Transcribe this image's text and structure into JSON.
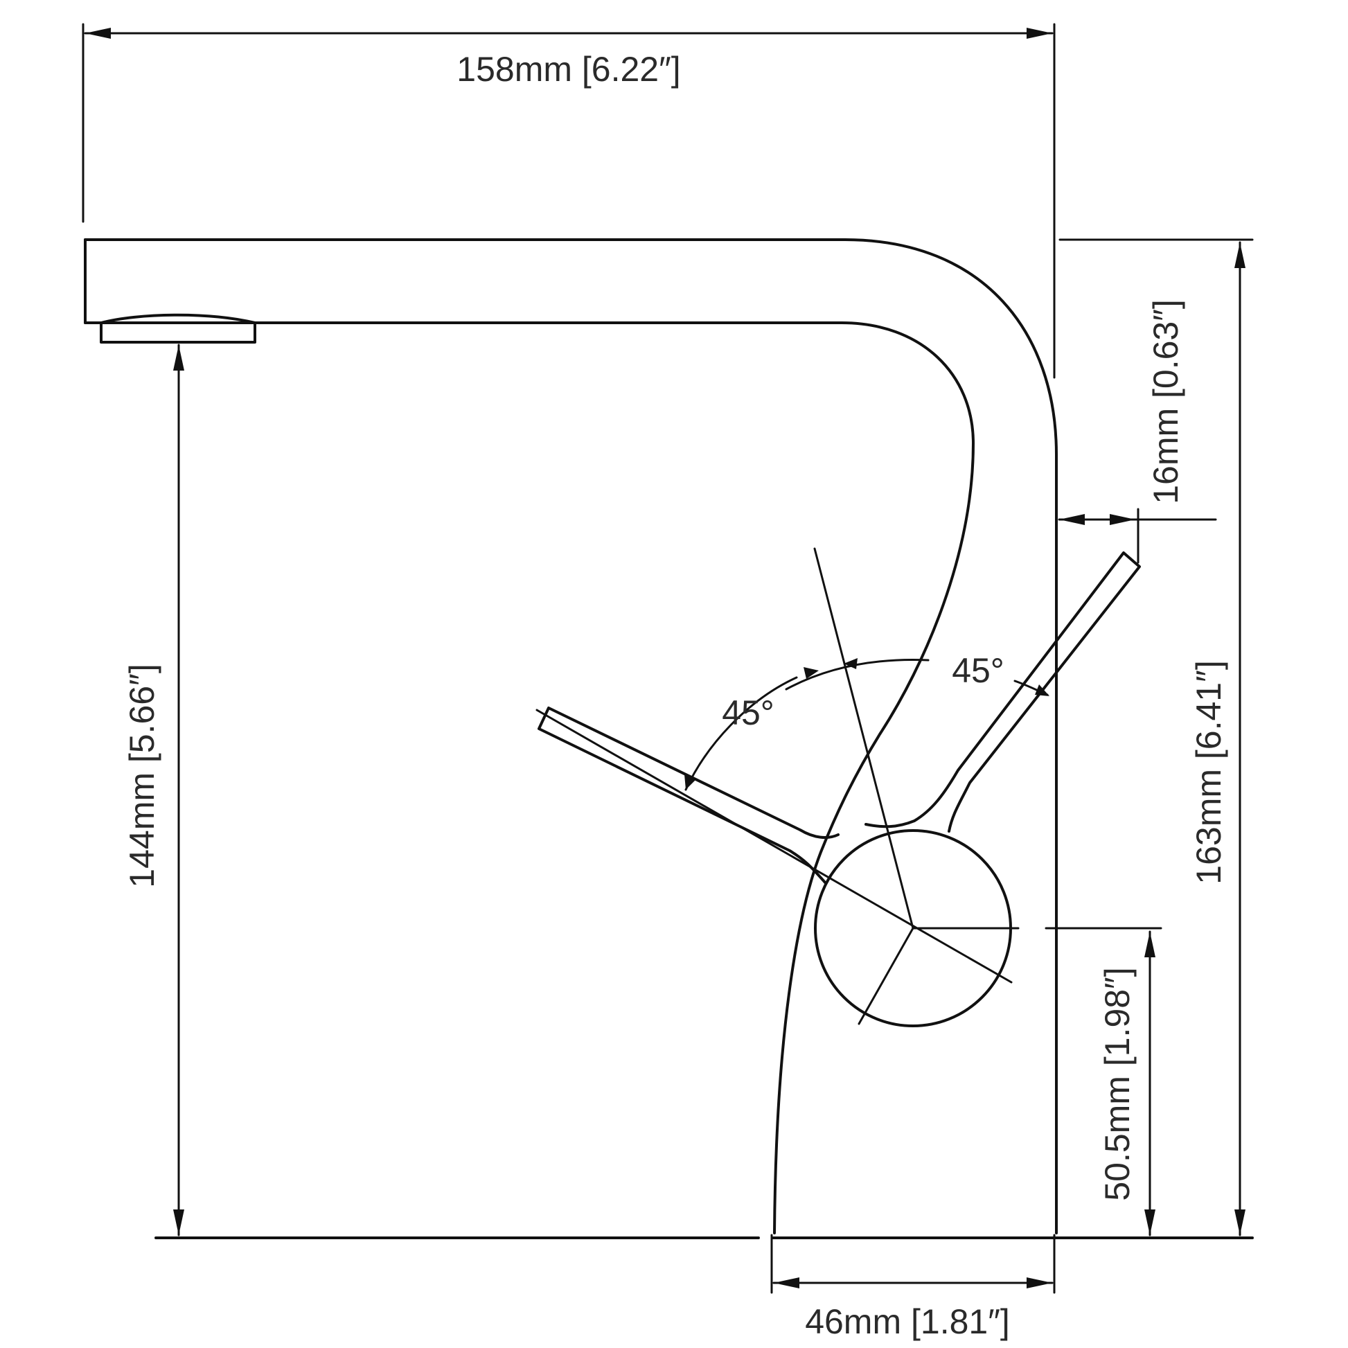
{
  "dimensions": {
    "overall_width": "158mm [6.22″]",
    "spout_height": "144mm [5.66″]",
    "total_height": "163mm [6.41″]",
    "handle_offset": "16mm [0.63″]",
    "handle_height": "50.5mm [1.98″]",
    "base_width": "46mm [1.81″]"
  },
  "angles": {
    "left": "45°",
    "right": "45°"
  }
}
